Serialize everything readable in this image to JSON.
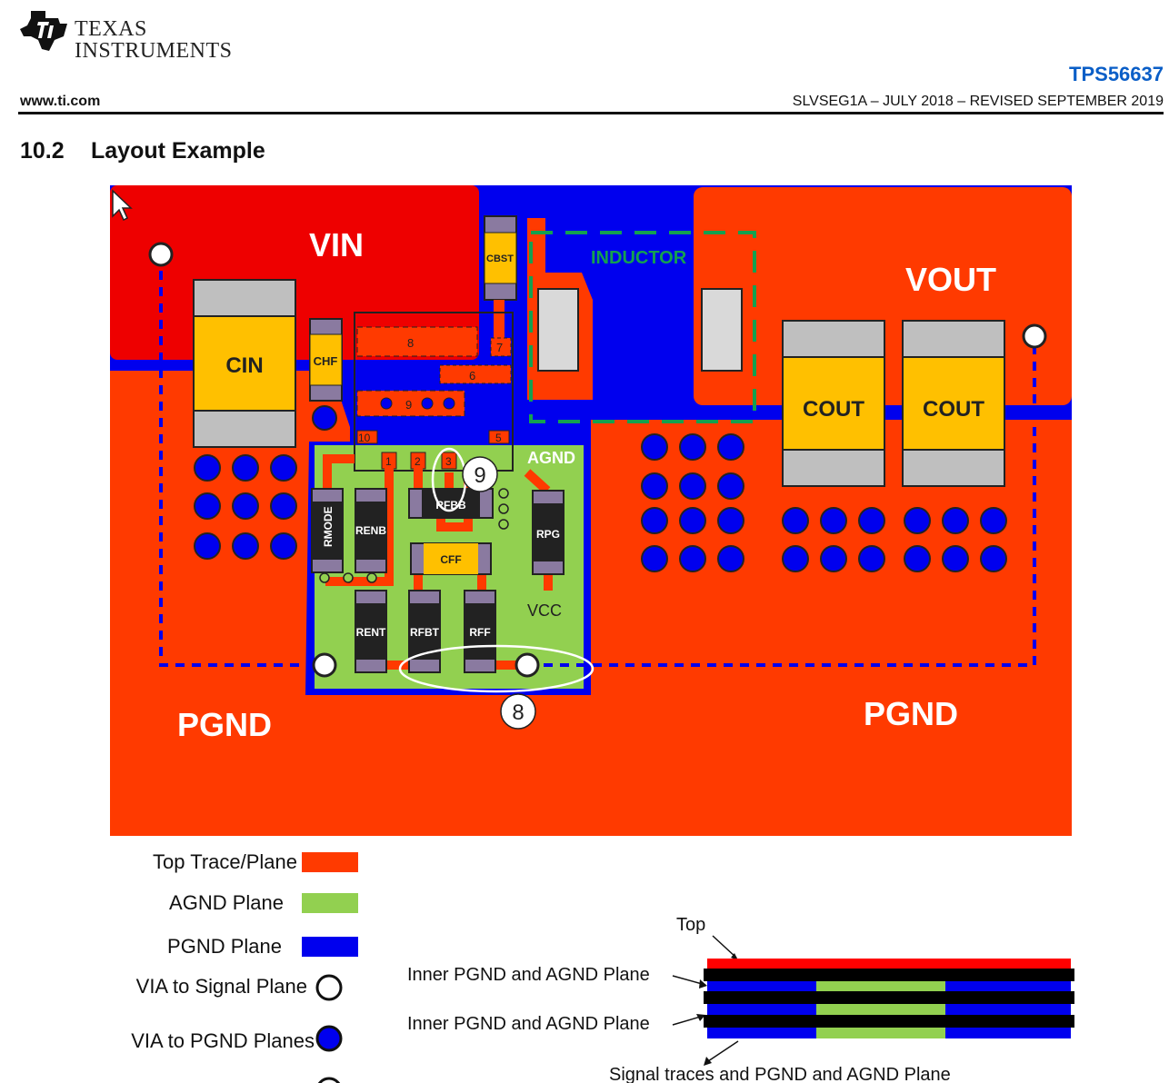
{
  "header": {
    "company_line1": "TEXAS",
    "company_line2": "INSTRUMENTS",
    "part_number": "TPS56637",
    "website": "www.ti.com",
    "doc_ref": "SLVSEG1A – JULY 2018 – REVISED SEPTEMBER 2019"
  },
  "section": {
    "number": "10.2",
    "title": "Layout Example"
  },
  "figure": {
    "labels": {
      "vin": "VIN",
      "vout": "VOUT",
      "pgnd_left": "PGND",
      "pgnd_right": "PGND",
      "inductor": "INDUCTOR",
      "agnd": "AGND",
      "vcc": "VCC"
    },
    "components": {
      "cin": "CIN",
      "chf": "CHF",
      "cbst": "CBST",
      "cout1": "COUT",
      "cout2": "COUT",
      "rmode": "RMODE",
      "renb": "RENB",
      "rfbb": "RFBB",
      "rpg": "RPG",
      "cff": "CFF",
      "rent": "RENT",
      "rfbt": "RFBT",
      "rff": "RFF"
    },
    "pins": [
      "1",
      "2",
      "3",
      "5",
      "6",
      "7",
      "8",
      "9",
      "10"
    ],
    "callouts": [
      "9",
      "8"
    ]
  },
  "legend": {
    "top_trace": "Top Trace/Plane",
    "agnd_plane": "AGND Plane",
    "pgnd_plane": "PGND Plane",
    "via_signal": "VIA to Signal Plane",
    "via_pgnd": "VIA to PGND Planes"
  },
  "stackup": {
    "top": "Top",
    "inner1": "Inner PGND and AGND Plane",
    "inner2": "Inner PGND and AGND Plane",
    "bottom": "Signal traces and PGND and AGND Plane"
  },
  "colors": {
    "top_trace": "#ff3a00",
    "vin_red": "#ee0000",
    "agnd": "#92d050",
    "pgnd": "#0000ee",
    "component_body": "#ffc000",
    "pad_gray": "#bfbfbf",
    "ti_blue": "#0a5ec7",
    "inductor_green": "#14a050"
  }
}
